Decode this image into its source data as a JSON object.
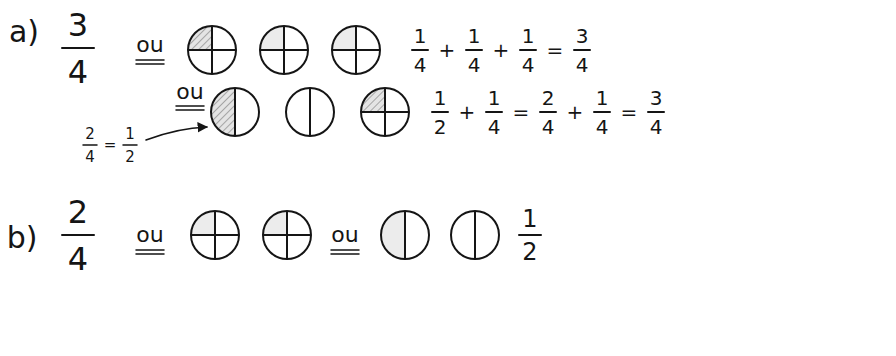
{
  "diagram": {
    "labels": [
      "a)",
      "3",
      "4",
      "ou",
      "1",
      "4",
      "+",
      "1",
      "4",
      "+",
      "1",
      "4",
      "=",
      "3",
      "4",
      "ou",
      "1",
      "2",
      "+",
      "1",
      "4",
      "=",
      "2",
      "4",
      "+",
      "1",
      "4",
      "=",
      "3",
      "4",
      "2",
      "4",
      "=",
      "1",
      "2",
      "b)",
      "2",
      "4",
      "ou",
      "ou",
      "1",
      "2"
    ]
  }
}
